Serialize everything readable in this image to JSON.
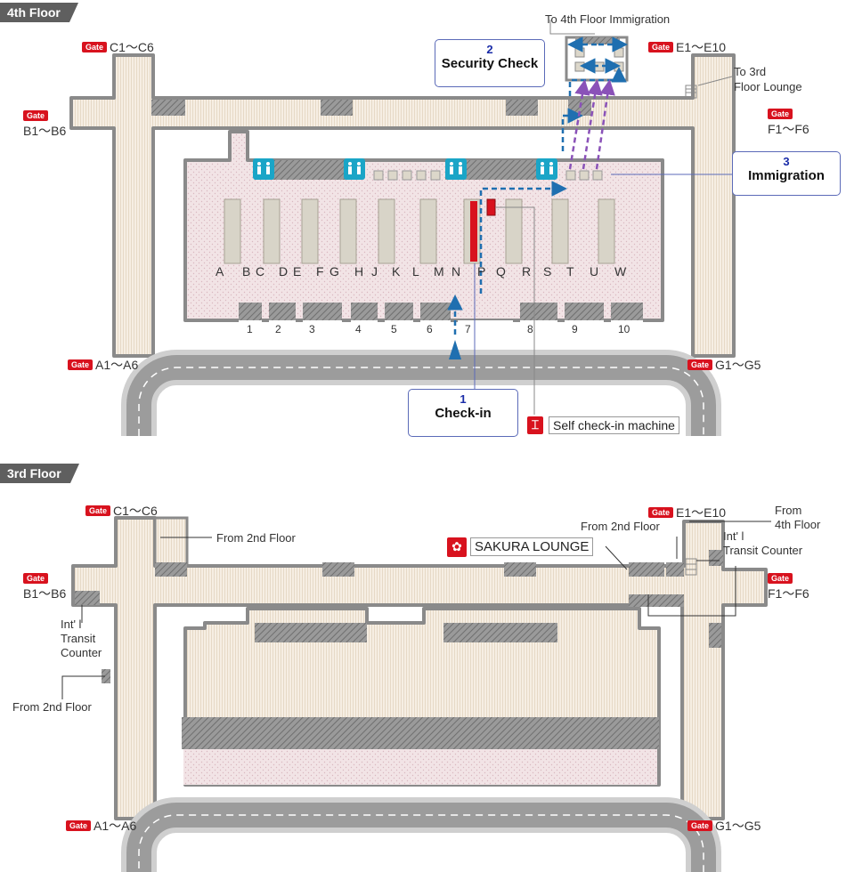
{
  "floors": {
    "fourth": {
      "title": "4th Floor",
      "gates": {
        "c": {
          "badge": "Gate",
          "range": "C1〜C6"
        },
        "e": {
          "badge": "Gate",
          "range": "E1〜E10"
        },
        "b": {
          "badge": "Gate",
          "range": "B1〜B6"
        },
        "f": {
          "badge": "Gate",
          "range": "F1〜F6"
        },
        "a": {
          "badge": "Gate",
          "range": "A1〜A6"
        },
        "g": {
          "badge": "Gate",
          "range": "G1〜G5"
        }
      },
      "to_immigration": "To 4th Floor Immigration",
      "to_lounge_1": "To 3rd",
      "to_lounge_2": "Floor Lounge",
      "steps": [
        {
          "num": "1",
          "label": "Check-in"
        },
        {
          "num": "2",
          "label": "Security Check"
        },
        {
          "num": "3",
          "label": "Immigration"
        }
      ],
      "counter_rows": [
        "A",
        "B",
        "C",
        "D",
        "E",
        "F",
        "G",
        "H",
        "J",
        "K",
        "L",
        "M",
        "N",
        "P",
        "Q",
        "R",
        "S",
        "T",
        "U",
        "W"
      ],
      "entrances": [
        "1",
        "2",
        "3",
        "4",
        "5",
        "6",
        "7",
        "8",
        "9",
        "10"
      ],
      "self_checkin": "Self check-in machine"
    },
    "third": {
      "title": "3rd Floor",
      "gates": {
        "c": {
          "badge": "Gate",
          "range": "C1〜C6"
        },
        "e": {
          "badge": "Gate",
          "range": "E1〜E10"
        },
        "b": {
          "badge": "Gate",
          "range": "B1〜B6"
        },
        "f": {
          "badge": "Gate",
          "range": "F1〜F6"
        },
        "a": {
          "badge": "Gate",
          "range": "A1〜A6"
        },
        "g": {
          "badge": "Gate",
          "range": "G1〜G5"
        }
      },
      "from_2nd_top": "From 2nd Floor",
      "from_2nd_right": "From 2nd Floor",
      "from_2nd_left": "From 2nd Floor",
      "from_4th_1": "From",
      "from_4th_2": "4th Floor",
      "transit_right_1": "Int' l",
      "transit_right_2": "Transit Counter",
      "transit_left_1": "Int' l",
      "transit_left_2": "Transit",
      "transit_left_3": "Counter",
      "lounge": "SAKURA LOUNGE"
    }
  },
  "colors": {
    "floor_fill": "#f4e8e6",
    "corridor_fill": "#f5ede2",
    "wall": "#8a8a8a",
    "road": "#9c9c9c",
    "accent_red": "#d8121e",
    "arrow_blue": "#1f6fb0",
    "arrow_purple": "#8a52b8",
    "restroom": "#1aa5c7"
  }
}
